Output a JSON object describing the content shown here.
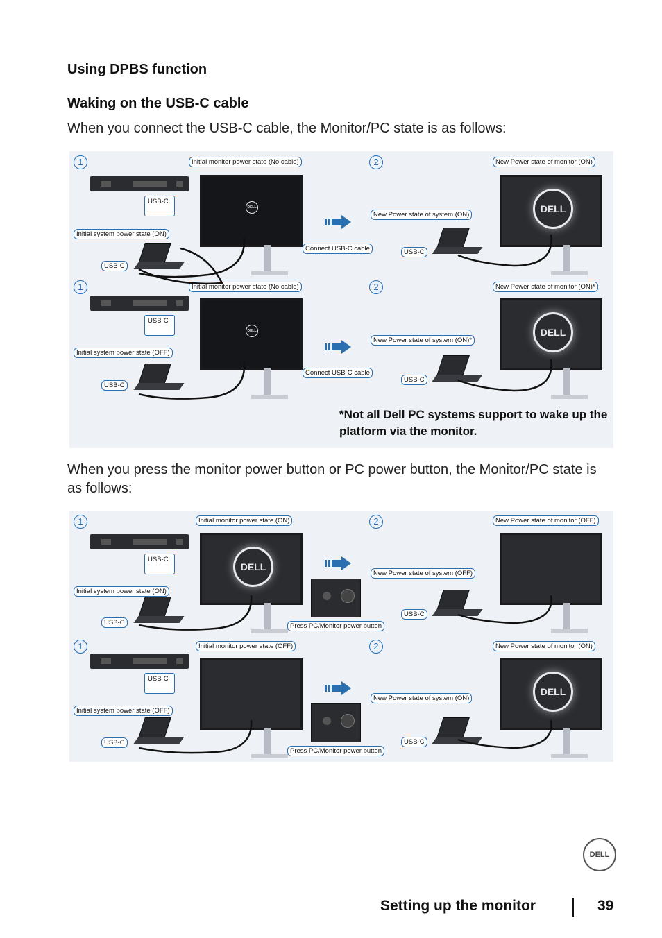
{
  "section_title": "Using DPBS function",
  "subsection_title": "Waking on the USB-C cable",
  "intro_text": "When you connect the USB-C cable, the Monitor/PC state is as follows:",
  "second_text": "When you press the monitor power button or PC power button, the Monitor/PC state is as follows:",
  "note_text": "*Not all Dell PC systems support to wake up the platform via the monitor.",
  "footer": {
    "title": "Setting up the monitor",
    "page": "39"
  },
  "brand": "DELL",
  "diagram1": {
    "row1": {
      "step_a": "1",
      "step_b": "2",
      "initial_monitor": "Initial monitor power state (No cable)",
      "initial_system": "Initial system power state (ON)",
      "usbc_plug": "USB-C",
      "usbc_laptop": "USB-C",
      "action": "Connect USB-C cable",
      "new_monitor": "New Power state of monitor (ON)",
      "new_system": "New Power state of system (ON)",
      "usbc_new": "USB-C"
    },
    "row2": {
      "step_a": "1",
      "step_b": "2",
      "initial_monitor": "Initial monitor power state (No cable)",
      "initial_system": "Initial system power state (OFF)",
      "usbc_plug": "USB-C",
      "usbc_laptop": "USB-C",
      "action": "Connect USB-C cable",
      "new_monitor": "New Power state of monitor (ON)*",
      "new_system": "New Power state of system (ON)*",
      "usbc_new": "USB-C"
    }
  },
  "diagram2": {
    "row1": {
      "step_a": "1",
      "step_b": "2",
      "initial_monitor": "Initial monitor power state (ON)",
      "initial_system": "Initial system power state (ON)",
      "usbc_plug": "USB-C",
      "usbc_laptop": "USB-C",
      "action": "Press PC/Monitor power button",
      "new_monitor": "New Power state of monitor (OFF)",
      "new_system": "New Power state of system (OFF)",
      "usbc_new": "USB-C"
    },
    "row2": {
      "step_a": "1",
      "step_b": "2",
      "initial_monitor": "Initial monitor power state (OFF)",
      "initial_system": "Initial system power state (OFF)",
      "usbc_plug": "USB-C",
      "usbc_laptop": "USB-C",
      "action": "Press PC/Monitor power button",
      "new_monitor": "New Power state of monitor (ON)",
      "new_system": "New Power state of system (ON)",
      "usbc_new": "USB-C"
    }
  },
  "colors": {
    "accent": "#1f6fc0",
    "panel": "#eef1f5",
    "screen": "#2b2c30"
  }
}
